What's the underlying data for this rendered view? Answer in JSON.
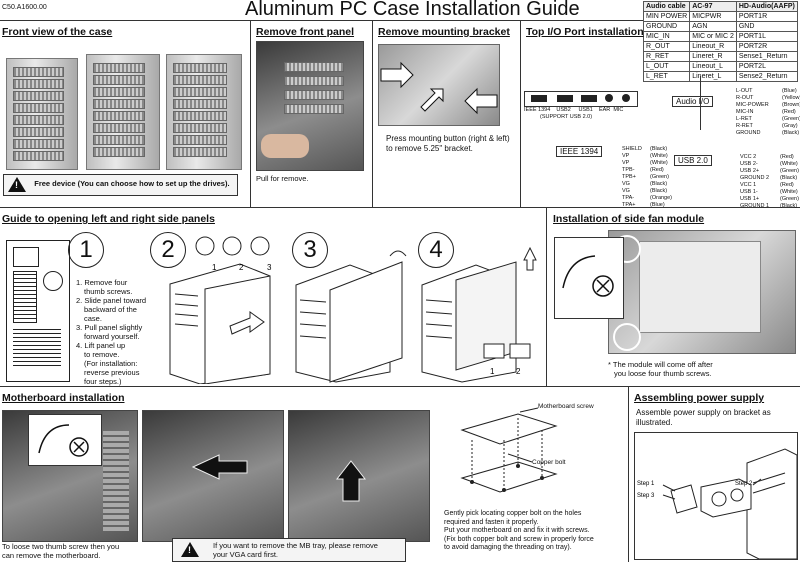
{
  "model_code": "C50.A1600.00",
  "title": "Aluminum PC Case Installation Guide",
  "audio_table": {
    "headers": [
      "Audio cable",
      "AC-97",
      "HD-Audio(AAFP)"
    ],
    "rows": [
      [
        "MIN POWER",
        "MICPWR",
        "PORT1R"
      ],
      [
        "GROUND",
        "AGN",
        "GND"
      ],
      [
        "MIC_IN",
        "MIC or MIC 2",
        "PORT1L"
      ],
      [
        "R_OUT",
        "Lineout_R",
        "PORT2R"
      ],
      [
        "R_RET",
        "Lineret_R",
        "Sense1_Return"
      ],
      [
        "L_OUT",
        "Lineout_L",
        "PORT2L"
      ],
      [
        "L_RET",
        "Lineret_L",
        "Sense2_Return"
      ]
    ]
  },
  "sections": {
    "front_view": {
      "heading": "Front view of the case",
      "warning": "Free device (You can choose how to set up the drives)."
    },
    "remove_front_panel": {
      "heading": "Remove  front panel",
      "caption": "Pull for remove."
    },
    "remove_bracket": {
      "heading": "Remove mounting bracket",
      "caption": "Press mounting button (right & left)  to remove  5.25\" bracket."
    },
    "top_io": {
      "heading": "Top I/O Port installation",
      "ports": [
        "IEEE 1394",
        "USB2",
        "USB1",
        "EAR",
        "MIC"
      ],
      "note": "(SUPPORT USB 2.0)",
      "audio_io_label": "Audio I/O",
      "ieee_label": "IEEE 1394",
      "usb_label": "USB 2.0",
      "audio_pins": [
        {
          "name": "L-OUT",
          "color": "(Blue)"
        },
        {
          "name": "R-OUT",
          "color": "(Yellow)"
        },
        {
          "name": "MIC-POWER",
          "color": "(Brown)"
        },
        {
          "name": "MIC-IN",
          "color": "(Red)"
        },
        {
          "name": "L-RET",
          "color": "(Green)"
        },
        {
          "name": "R-RET",
          "color": "(Gray)"
        },
        {
          "name": "GROUND",
          "color": "(Black)"
        }
      ],
      "ieee_pins": [
        {
          "name": "SHIELD",
          "color": "(Black)"
        },
        {
          "name": "VP",
          "color": "(White)"
        },
        {
          "name": "VP",
          "color": "(White)"
        },
        {
          "name": "TPB-",
          "color": "(Red)"
        },
        {
          "name": "TPB+",
          "color": "(Green)"
        },
        {
          "name": "VG",
          "color": "(Black)"
        },
        {
          "name": "VG",
          "color": "(Black)"
        },
        {
          "name": "TPA-",
          "color": "(Orange)"
        },
        {
          "name": "TPA+",
          "color": "(Blue)"
        }
      ],
      "usb_pins_a": [
        {
          "name": "VCC 2",
          "color": "(Red)"
        },
        {
          "name": "USB 2-",
          "color": "(White)"
        },
        {
          "name": "USB 2+",
          "color": "(Green)"
        },
        {
          "name": "GROUND 2",
          "color": "(Black)"
        }
      ],
      "usb_pins_b": [
        {
          "name": "VCC 1",
          "color": "(Red)"
        },
        {
          "name": "USB 1-",
          "color": "(White)"
        },
        {
          "name": "USB 1+",
          "color": "(Green)"
        },
        {
          "name": "GROUND 1",
          "color": "(Black)"
        }
      ]
    },
    "side_panels": {
      "heading": "Guide to opening left and right side panels",
      "steps": [
        "1",
        "2",
        "3",
        "4"
      ],
      "instructions": [
        "1. Remove four",
        "thumb screws.",
        "2. Slide panel toward",
        "backward of the case.",
        "3. Pull panel slightly",
        "forward  yourself.",
        "4. Lift panel up",
        "to remove.",
        "(For installation:",
        "reverse previous",
        "four steps.)"
      ],
      "screw_labels": [
        "1",
        "2",
        "3"
      ],
      "lift_labels": [
        "1",
        "2"
      ]
    },
    "side_fan": {
      "heading": "Installation of side fan module",
      "caption_line1": "* The module will come off after",
      "caption_line2": "you loose four thumb screws."
    },
    "motherboard": {
      "heading": "Motherboard installation",
      "caption_line1": "To  loose  two thumb screw then you",
      "caption_line2": "can remove the motherboard.",
      "warning_line1": "If you want to remove the MB tray, please remove",
      "warning_line2": "your VGA card first.",
      "screw_label": "Motherboard screw",
      "bolt_label": "Copper bolt",
      "instructions": [
        "Gently pick locating copper bolt on the holes",
        "required and fasten it properly.",
        "Put your motherboard on and fix it with screws.",
        "(Fix both copper bolt and screw in properly force",
        "to avoid damaging the threading on tray)."
      ]
    },
    "power_supply": {
      "heading": "Assembling power supply",
      "caption_line1": "Assemble power supply on bracket  as",
      "caption_line2": "illustrated.",
      "steps": [
        "Step 1",
        "Step 2",
        "Step 3"
      ]
    }
  }
}
